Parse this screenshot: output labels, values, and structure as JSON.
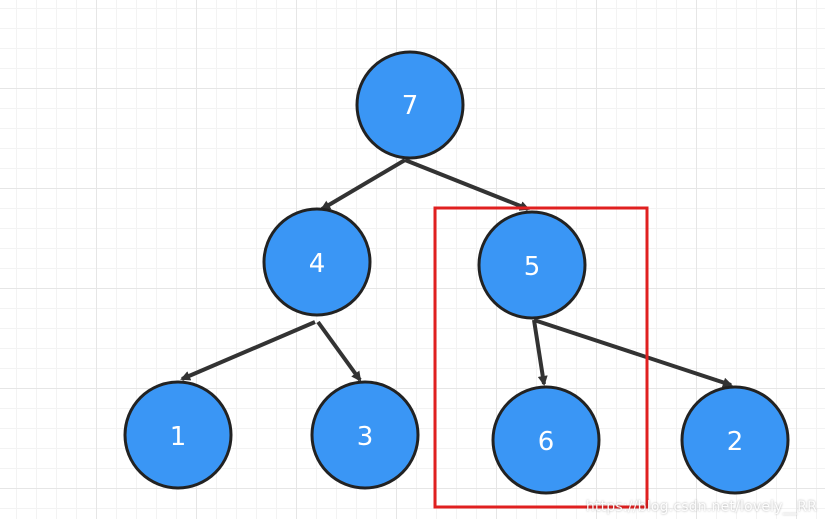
{
  "nodes": [
    {
      "id": "n7",
      "label": "7"
    },
    {
      "id": "n4",
      "label": "4"
    },
    {
      "id": "n5",
      "label": "5"
    },
    {
      "id": "n1",
      "label": "1"
    },
    {
      "id": "n3",
      "label": "3"
    },
    {
      "id": "n6",
      "label": "6"
    },
    {
      "id": "n2",
      "label": "2"
    }
  ],
  "edges": [
    {
      "from": "7",
      "to": "4"
    },
    {
      "from": "7",
      "to": "5"
    },
    {
      "from": "4",
      "to": "1"
    },
    {
      "from": "4",
      "to": "3"
    },
    {
      "from": "5",
      "to": "6"
    },
    {
      "from": "5",
      "to": "2"
    }
  ],
  "colors": {
    "node_fill": "#3a96f5",
    "node_stroke": "#222222",
    "edge": "#333333",
    "highlight_box": "#e02020",
    "node_text": "#ffffff"
  },
  "watermark": "https://blog.csdn.net/lovely__RR"
}
